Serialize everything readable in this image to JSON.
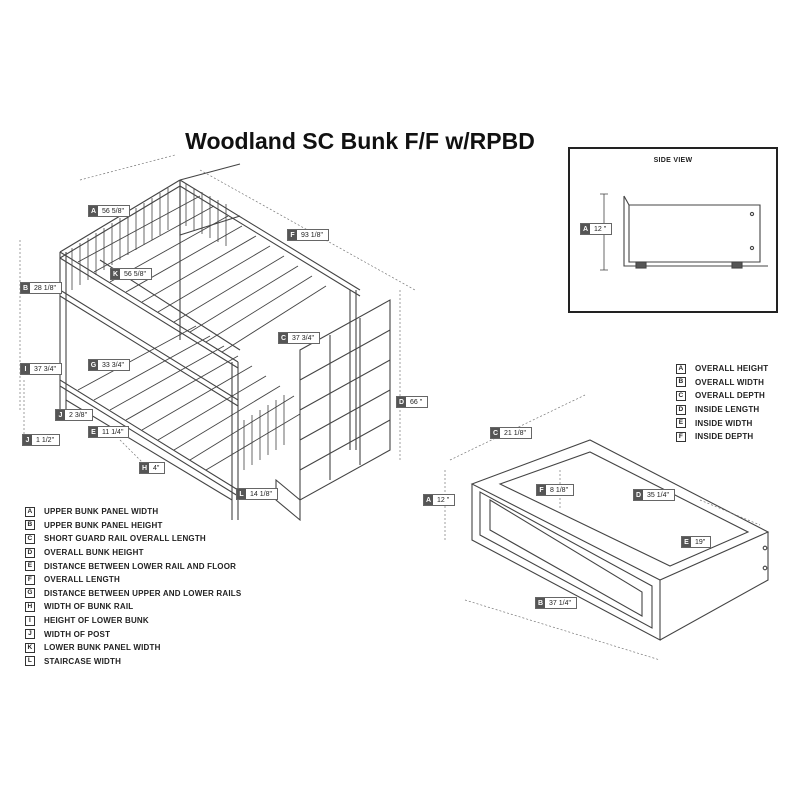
{
  "title": "Woodland SC Bunk F/F w/RPBD",
  "side_view": {
    "label": "SIDE VIEW",
    "dims": [
      {
        "key": "A",
        "value": "12 \""
      }
    ]
  },
  "bunk_dims": [
    {
      "key": "A",
      "value": "56 5/8\""
    },
    {
      "key": "F",
      "value": "93 1/8\""
    },
    {
      "key": "K",
      "value": "56 5/8\""
    },
    {
      "key": "B",
      "value": "28 1/8\""
    },
    {
      "key": "C",
      "value": "37 3/4\""
    },
    {
      "key": "G",
      "value": "33 3/4\""
    },
    {
      "key": "I",
      "value": "37 3/4\""
    },
    {
      "key": "D",
      "value": "66 \""
    },
    {
      "key": "J",
      "value": "2 3/8\""
    },
    {
      "key": "E",
      "value": "11 1/4\""
    },
    {
      "key": "J",
      "value": "1 1/2\""
    },
    {
      "key": "H",
      "value": "4\""
    },
    {
      "key": "L",
      "value": "14 1/8\""
    }
  ],
  "drawer_dims": [
    {
      "key": "C",
      "value": "21 1/8\""
    },
    {
      "key": "F",
      "value": "8 1/8\""
    },
    {
      "key": "D",
      "value": "35 1/4\""
    },
    {
      "key": "A",
      "value": "12 \""
    },
    {
      "key": "E",
      "value": "19\""
    },
    {
      "key": "B",
      "value": "37 1/4\""
    }
  ],
  "bunk_legend": [
    {
      "key": "A",
      "label": "UPPER BUNK PANEL WIDTH"
    },
    {
      "key": "B",
      "label": "UPPER BUNK PANEL HEIGHT"
    },
    {
      "key": "C",
      "label": "SHORT GUARD RAIL OVERALL LENGTH"
    },
    {
      "key": "D",
      "label": "OVERALL BUNK HEIGHT"
    },
    {
      "key": "E",
      "label": "DISTANCE BETWEEN LOWER RAIL AND FLOOR"
    },
    {
      "key": "F",
      "label": "OVERALL LENGTH"
    },
    {
      "key": "G",
      "label": "DISTANCE BETWEEN UPPER AND LOWER RAILS"
    },
    {
      "key": "H",
      "label": "WIDTH OF BUNK RAIL"
    },
    {
      "key": "I",
      "label": "HEIGHT OF LOWER BUNK"
    },
    {
      "key": "J",
      "label": "WIDTH OF POST"
    },
    {
      "key": "K",
      "label": "LOWER BUNK PANEL WIDTH"
    },
    {
      "key": "L",
      "label": "STAIRCASE WIDTH"
    }
  ],
  "drawer_legend": [
    {
      "key": "A",
      "label": "OVERALL HEIGHT"
    },
    {
      "key": "B",
      "label": "OVERALL WIDTH"
    },
    {
      "key": "C",
      "label": "OVERALL DEPTH"
    },
    {
      "key": "D",
      "label": "INSIDE LENGTH"
    },
    {
      "key": "E",
      "label": "INSIDE WIDTH"
    },
    {
      "key": "F",
      "label": "INSIDE DEPTH"
    }
  ]
}
